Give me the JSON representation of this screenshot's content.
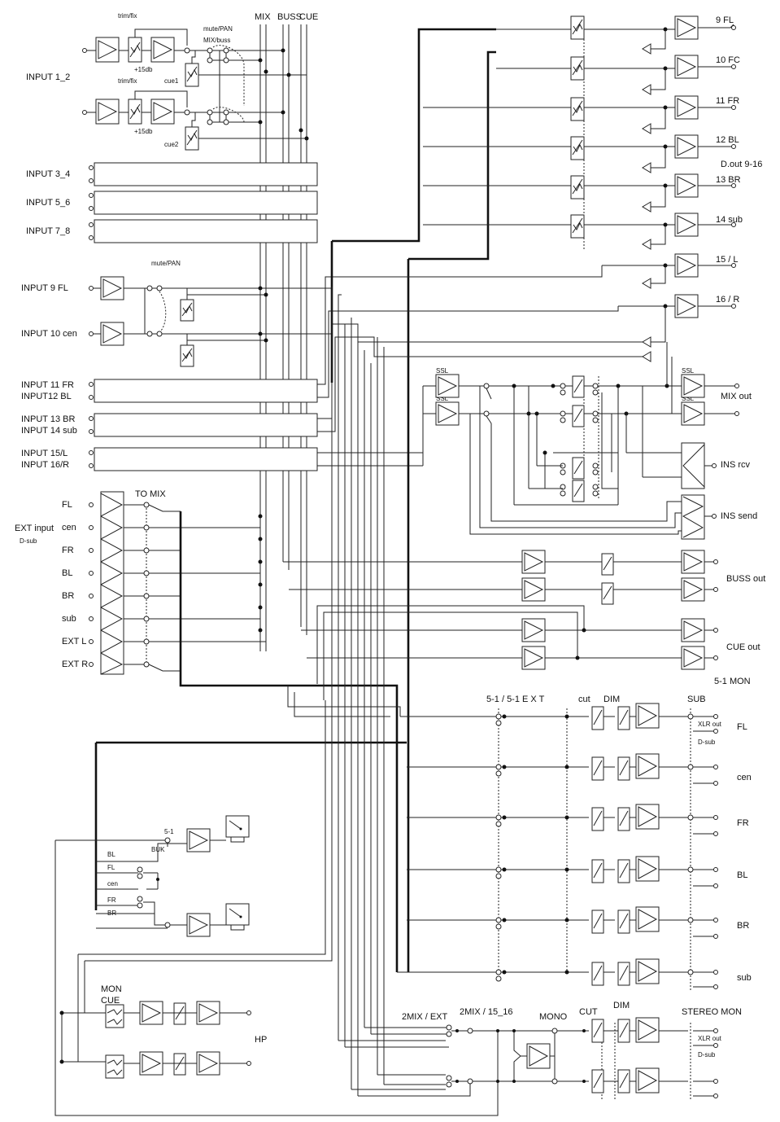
{
  "bus_labels": {
    "mix": "MIX",
    "buss": "BUSS",
    "cue": "CUE"
  },
  "input_1_2": {
    "name": "INPUT 1_2",
    "trim_fix_1": "trim/fix",
    "trim_fix_2": "trim/fix",
    "gain_1": "+15db",
    "gain_2": "+15db",
    "mute_pan": "mute/PAN",
    "mix_buss": "MIX/buss",
    "cue1": "cue1",
    "cue2": "cue2"
  },
  "inputs": [
    "INPUT 3_4",
    "INPUT 5_6",
    "INPUT 7_8"
  ],
  "input_9_10": {
    "mute_pan": "mute/PAN",
    "input_9": "INPUT 9  FL",
    "input_10": "INPUT 10  cen"
  },
  "input_pairs": [
    {
      "a": "INPUT 11 FR",
      "b": "INPUT12  BL"
    },
    {
      "a": "INPUT 13 BR",
      "b": "INPUT 14 sub"
    },
    {
      "a": "INPUT 15/L",
      "b": "INPUT 16/R"
    }
  ],
  "ext_input": {
    "title": "EXT input",
    "sub": "D-sub",
    "to_mix": "TO MIX",
    "channels": [
      "FL",
      "cen",
      "FR",
      "BL",
      "BR",
      "sub",
      "EXT L",
      "EXT R"
    ]
  },
  "direct_outs": {
    "group_label": "D.out 9-16",
    "channels": [
      "9 FL",
      "10 FC",
      "11 FR",
      "12 BL",
      "13 BR",
      "14 sub",
      "15 / L",
      "16 / R"
    ]
  },
  "mix_section": {
    "ssl_1": "SSL",
    "ssl_2": "SSL",
    "ssl_3": "SSL",
    "ssl_4": "SSL",
    "mix_out": "MIX out"
  },
  "ins": {
    "rcv": "INS rcv",
    "send": "INS send"
  },
  "buss_out": "BUSS out",
  "cue_out": "CUE out",
  "mon_5_1": {
    "title": "5-1 MON",
    "select": "5-1 /  5-1 E X T",
    "cut": "cut",
    "dim": "DIM",
    "sub": "SUB",
    "xlr_out": "XLR out",
    "dsub": "D-sub",
    "channels": [
      "FL",
      "cen",
      "FR",
      "BL",
      "BR",
      "sub"
    ]
  },
  "hp_section": {
    "label_5_1": "5-1",
    "label_buk": "BUK",
    "bl": "BL",
    "fl": "FL",
    "cen": "cen",
    "fr": "FR",
    "br": "BR",
    "mon": "MON",
    "cue": "CUE",
    "hp": "HP"
  },
  "stereo_mon": {
    "two_mix_ext": "2MIX / EXT",
    "two_mix_15_16": "2MIX / 15_16",
    "mono": "MONO",
    "cut": "CUT",
    "dim": "DIM",
    "title": "STEREO MON",
    "xlr_out": "XLR out",
    "dsub": "D-sub"
  }
}
